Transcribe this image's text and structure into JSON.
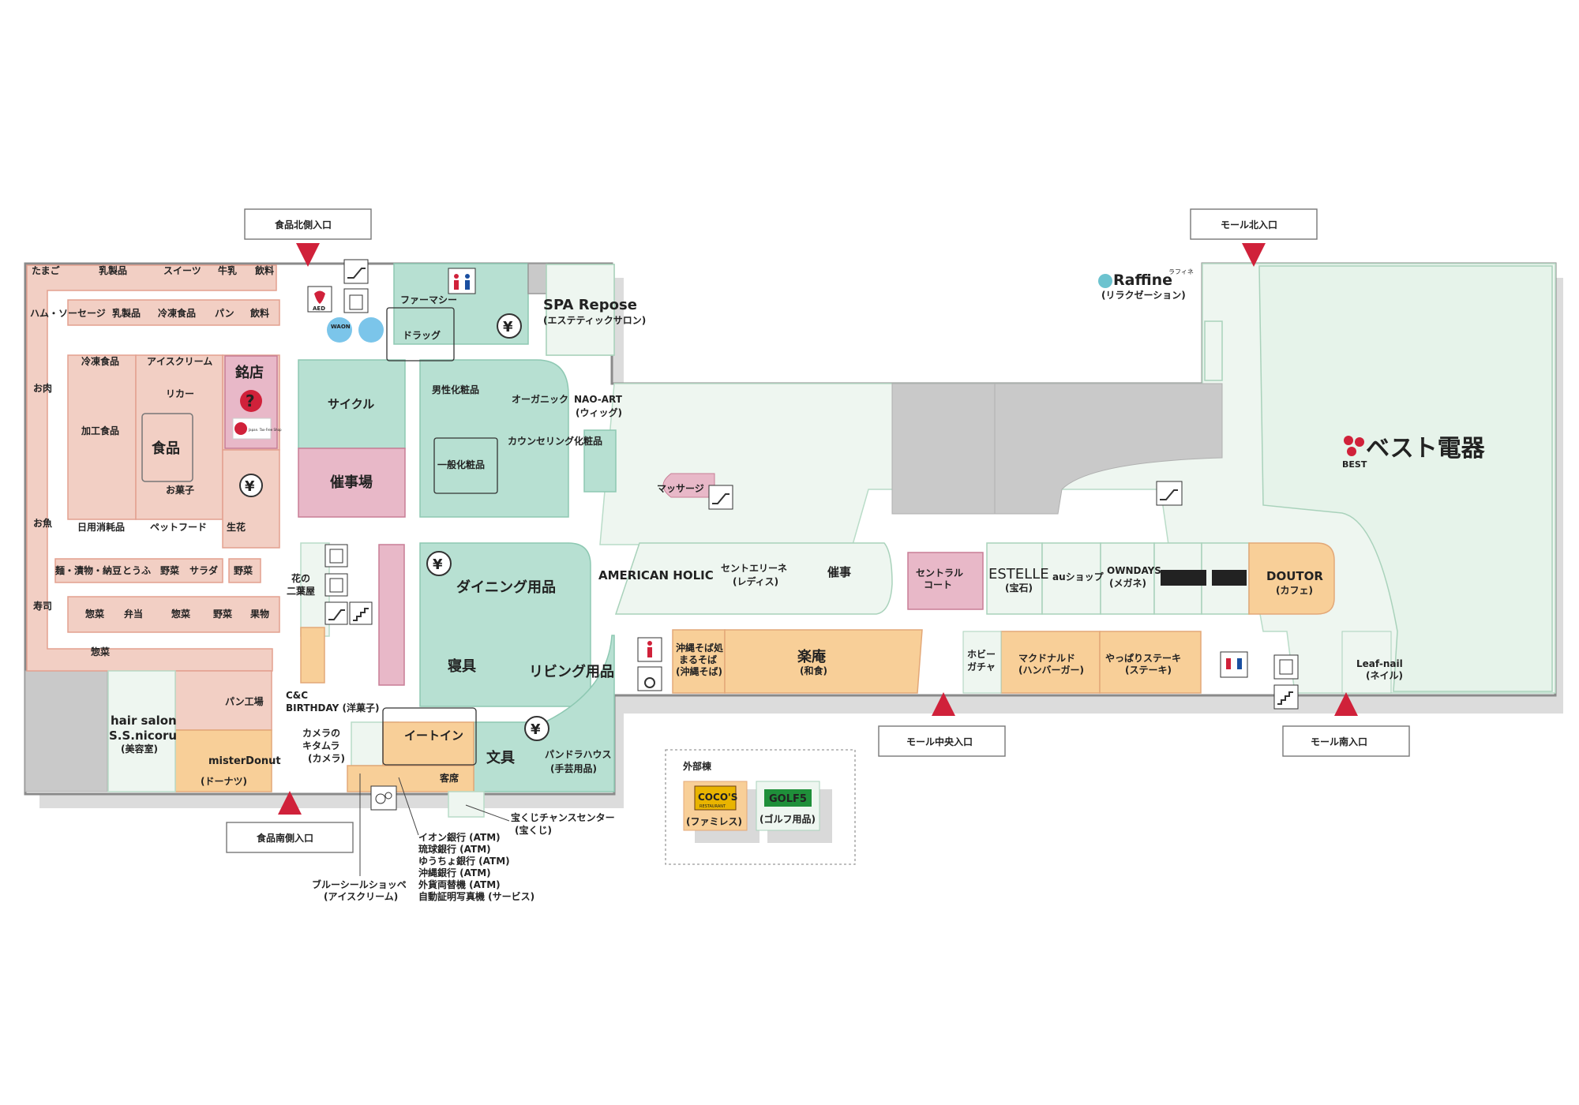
{
  "entrances": {
    "food_north": "食品北側入口",
    "food_south": "食品南側入口",
    "mall_north": "モール北入口",
    "mall_center": "モール中央入口",
    "mall_south": "モール南入口"
  },
  "food_area": {
    "top_row": [
      "たまご",
      "乳製品",
      "スイーツ",
      "牛乳",
      "飲料"
    ],
    "row2": [
      "ハム・ソーセージ",
      "乳製品",
      "冷凍食品",
      "パン",
      "飲料"
    ],
    "left_side": [
      "お肉",
      "お魚",
      "寿司"
    ],
    "col_a": [
      "冷凍食品",
      "加工食品",
      "日用消耗品"
    ],
    "col_b": [
      "アイスクリーム",
      "リカー",
      "お菓子",
      "ペットフード"
    ],
    "food_center": "食品",
    "meiten": "銘店",
    "japan_tax_free": "Japan. Tax-Free Shop",
    "seika": "生花",
    "row3": [
      "麺・漬物・納豆",
      "とうふ",
      "野菜",
      "サラダ",
      "野菜"
    ],
    "row4": [
      "惣菜",
      "弁当",
      "惣菜",
      "野菜",
      "果物"
    ],
    "bottom": "惣菜",
    "pan_koubou": "パン工場",
    "hair_salon": "hair salon",
    "hair_salon_name": "S.S.nicoru",
    "hair_salon_sub": "(美容室)",
    "mister_donut": "misterDonut",
    "mister_donut_sub": "(ドーナツ)"
  },
  "central_area": {
    "pharmacy": "ファーマシー",
    "drug": "ドラッグ",
    "cycle": "サイクル",
    "event_hall": "催事場",
    "mens_cosme": "男性化粧品",
    "organic": "オーガニック",
    "general_cosme": "一般化粧品",
    "counseling": "カウンセリング化粧品",
    "flower_shop": [
      "花の",
      "二葉屋"
    ],
    "dining": "ダイニング用品",
    "bedding": "寝具",
    "living": "リビング用品",
    "stationery": "文具",
    "pandora": "パンドラハウス",
    "pandora_sub": "(手芸用品)",
    "eat_in": "イートイン",
    "camera": [
      "カメラの",
      "キタムラ",
      "(カメラ)"
    ],
    "kyakuseki": "客席",
    "cc_birthday": [
      "C&C",
      "BIRTHDAY (洋菓子)"
    ],
    "aed": "AED",
    "waon": "WAON"
  },
  "mall_area": {
    "spa": "SPA Repose",
    "spa_sub": "(エステティックサロン)",
    "nao_art": "NAO-ART",
    "nao_art_sub": "(ウィッグ)",
    "massage": "マッサージ",
    "raffine": "Raffine",
    "raffine_tag": "ラフィネ",
    "raffine_sub": "(リラクゼーション)",
    "best_denki": "ベスト電器",
    "best_small": "BEST",
    "american_holic": "AMERICAN HOLIC",
    "centreline": "セントエリーネ",
    "centreline_sub": "(レディス)",
    "saiji": "催事",
    "central_court": [
      "セントラル",
      "コート"
    ],
    "estelle": "ESTELLE",
    "estelle_sub": "(宝石)",
    "au": "auショップ",
    "owndays": "OWNDAYS",
    "owndays_sub": "(メガネ)",
    "doutor": "DOUTOR",
    "doutor_sub": "(カフェ)",
    "okinawa_soba": [
      "沖縄そば処",
      "まるそば",
      "(沖縄そば)"
    ],
    "rakuan": "楽庵",
    "rakuan_sub": "(和食)",
    "hobby": [
      "ホビー",
      "ガチャ"
    ],
    "mcdonalds": "マクドナルド",
    "mcdonalds_sub": "(ハンバーガー)",
    "yappari": "やっぱりステーキ",
    "yappari_sub": "(ステーキ)",
    "leaf_nail": "Leaf-nail",
    "leaf_nail_sub": "(ネイル)"
  },
  "annexe": {
    "title": "外部棟",
    "cocos": "COCO'S",
    "cocos_small": "RESTAURANT",
    "cocos_sub": "(ファミレス)",
    "golf5": "GOLF5",
    "golf5_sub": "(ゴルフ用品)"
  },
  "callouts": {
    "takarakuji": [
      "宝くじチャンスセンター",
      "(宝くじ)"
    ],
    "blue_seal": [
      "ブルーシールショッペ",
      "(アイスクリーム)"
    ],
    "atm_list": [
      "イオン銀行 (ATM)",
      "琉球銀行 (ATM)",
      "ゆうちょ銀行 (ATM)",
      "沖縄銀行 (ATM)",
      "外貨両替機 (ATM)",
      "自動証明写真機 (サービス)"
    ]
  },
  "colors": {
    "food": "#f2cfc4",
    "food_border": "#e3a08f",
    "service": "#b7e0d2",
    "mall_floor": "#eef6f0",
    "event": "#e8b8c8",
    "restaurant": "#f8cf98",
    "accent_red": "#d0213a",
    "gray_block": "#c8c8c8",
    "shadow": "#d9d9d9"
  }
}
